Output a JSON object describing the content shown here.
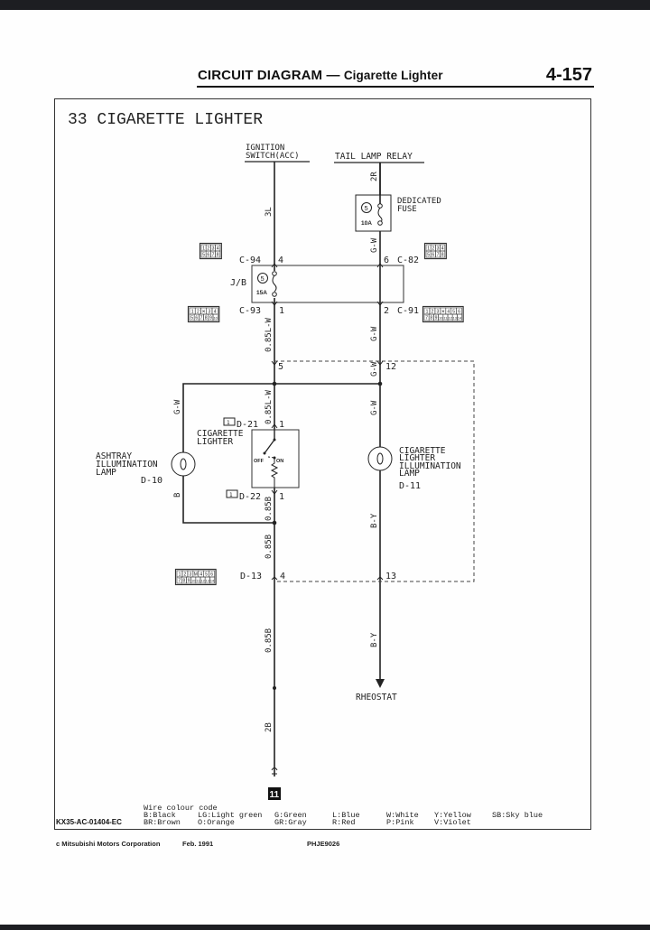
{
  "header": {
    "title": "CIRCUIT DIAGRAM",
    "dash": "—",
    "subtitle": "Cigarette Lighter",
    "page_number": "4-157"
  },
  "diagram": {
    "section_title": "33 CIGARETTE LIGHTER",
    "sources": {
      "ignition_line1": "IGNITION",
      "ignition_line2": "SWITCH(ACC)",
      "tail_lamp_relay": "TAIL LAMP RELAY"
    },
    "dedicated_fuse": {
      "label_line1": "DEDICATED",
      "label_line2": "FUSE",
      "number": "5",
      "rating": "10A"
    },
    "junction_block": {
      "label": "J/B",
      "fuse_number": "5",
      "fuse_rating": "15A"
    },
    "connectors": {
      "c94": "C-94",
      "c94_pin": "4",
      "c82": "C-82",
      "c82_pin": "6",
      "c93": "C-93",
      "c93_pin": "1",
      "c91": "C-91",
      "c91_pin": "2",
      "pin5": "5",
      "pin12": "12",
      "d21": "D-21",
      "d21_pin": "1",
      "d22": "D-22",
      "d22_pin": "1",
      "d13": "D-13",
      "d13_pin4": "4",
      "d13_pin13": "13",
      "d21_icon": "1",
      "d22_icon": "1"
    },
    "wires": {
      "w3L": "3L",
      "w2R": "2R",
      "wGW_1": "G-W",
      "w085LW_1": "0.85L-W",
      "wGW_2": "G-W",
      "wGW_3": "G-W",
      "w085LW_2": "0.85L-W",
      "wGW_4": "G-W",
      "wGW_left": "G-W",
      "wB_left": "B",
      "w085B_1": "0.85B",
      "wBY_1": "B-Y",
      "w085B_2": "0.85B",
      "w085B_3": "0.85B",
      "wBY_2": "B-Y",
      "w2B": "2B"
    },
    "components": {
      "ashtray_line1": "ASHTRAY",
      "ashtray_line2": "ILLUMINATION",
      "ashtray_line3": "LAMP",
      "ashtray_id": "D-10",
      "lighter_line1": "CIGARETTE",
      "lighter_line2": "LIGHTER",
      "switch_off": "OFF",
      "switch_on": "ON",
      "illum_line1": "CIGARETTE",
      "illum_line2": "LIGHTER",
      "illum_line3": "ILLUMINATION",
      "illum_line4": "LAMP",
      "illum_id": "D-11",
      "rheostat": "RHEOSTAT",
      "ground_number": "11"
    },
    "connector_grids": {
      "c94_rows": [
        [
          "1",
          "2",
          "3",
          "4"
        ],
        [
          "5",
          "6",
          "7",
          "8"
        ]
      ],
      "c82_rows": [
        [
          "1",
          "2",
          "3",
          "4"
        ],
        [
          "5",
          "6",
          "7",
          "8"
        ]
      ],
      "c93_rows": [
        [
          "1",
          "2",
          "X",
          "3",
          "4"
        ],
        [
          "5",
          "6",
          "7",
          "8",
          "9",
          "10"
        ]
      ],
      "c91_rows": [
        [
          "1",
          "2",
          "3",
          "X",
          "4",
          "5",
          "6"
        ],
        [
          "7",
          "8",
          "9",
          "10",
          "11",
          "12",
          "13",
          "14"
        ]
      ],
      "d13_rows": [
        [
          "1",
          "2",
          "3",
          "M",
          "4",
          "5",
          "6"
        ],
        [
          "7",
          "8",
          "9",
          "10",
          "11",
          "12",
          "13",
          "14"
        ]
      ]
    }
  },
  "legend": {
    "title": "Wire colour code",
    "col1": "B:Black\nBR:Brown",
    "col2": "LG:Light green\nO:Orange",
    "col3": "G:Green\nGR:Gray",
    "col4": "L:Blue\nR:Red",
    "col5": "W:White\nP:Pink",
    "col6": "Y:Yellow\nV:Violet",
    "col7": "SB:Sky blue"
  },
  "diagram_code": "KX35-AC-01404-EC",
  "footer": {
    "copyright": "c  Mitsubishi Motors Corporation",
    "date": "Feb. 1991",
    "doc_id": "PHJE9026"
  }
}
